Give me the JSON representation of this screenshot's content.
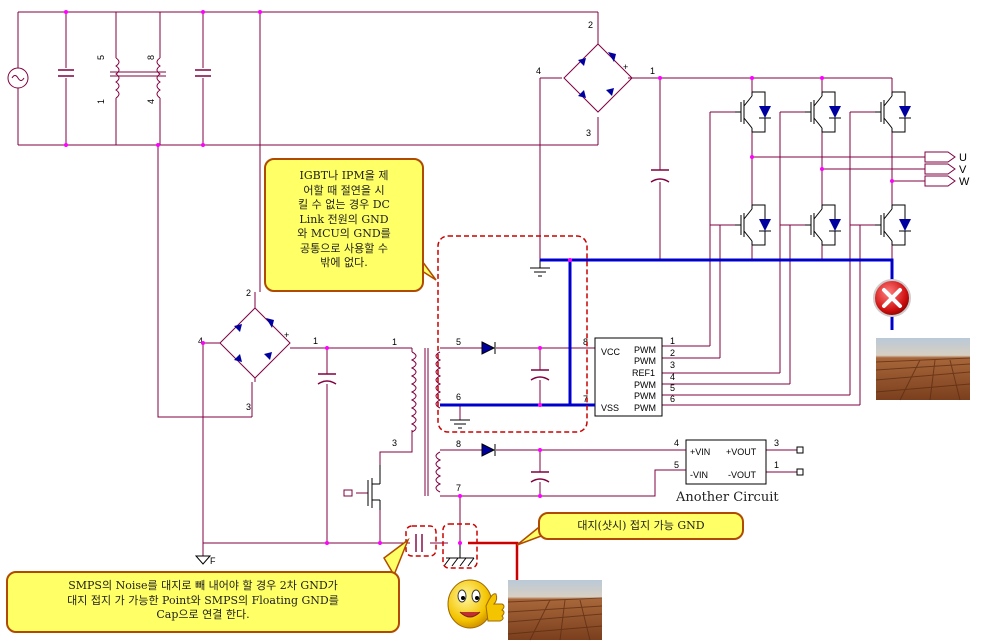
{
  "pins": {
    "t_left_top": "5",
    "t_left_bot": "1",
    "t_right_top": "8",
    "t_right_bot": "4",
    "br1_top": "2",
    "br1_left": "4",
    "br1_bot": "3",
    "br1_out": "1",
    "br2_top": "2",
    "br2_left": "4",
    "br2_bot": "3",
    "br2_out": "1",
    "xf_pri_top": "1",
    "xf_pri_tap": "3",
    "xf_s1_top": "5",
    "xf_s1_bot": "6",
    "xf_s2_top": "8",
    "xf_s2_bot": "7",
    "dc_in_p": "4",
    "dc_in_n": "5",
    "dc_out_p": "3",
    "dc_out_n": "1",
    "ic_in_vcc": "8",
    "ic_in_vss": "7",
    "ic_out": [
      "1",
      "2",
      "3",
      "4",
      "5",
      "6"
    ]
  },
  "ic": {
    "vcc": "VCC",
    "vss": "VSS",
    "right": [
      "PWM",
      "PWM",
      "REF1",
      "PWM",
      "PWM",
      "PWM"
    ]
  },
  "dcdc": {
    "vin_p": "+VIN",
    "vin_n": "-VIN",
    "vout_p": "+VOUT",
    "vout_n": "-VOUT"
  },
  "uvw": [
    "U",
    "V",
    "W"
  ],
  "another_circuit": "Another Circuit",
  "callout_top": [
    "IGBT나 IPM을 제",
    "어할 때 절연을 시",
    "킬 수 없는 경우 DC",
    "Link 전원의 GND",
    "와 MCU의  GND를",
    "공통으로 사용할 수",
    "밖에 없다."
  ],
  "callout_right": "대지(샷시) 접지 가능 GND",
  "callout_bottom": [
    "SMPS의 Noise를 대지로 빼 내어야 할 경우 2차 GND가",
    "대지 접지 가 가능한 Point와  SMPS의 Floating  GND를",
    "Cap으로 연결 한다."
  ],
  "gnd_label": "F",
  "colors": {
    "wire": "#800040",
    "highlight": "#0000cc",
    "ground": "#cc0000",
    "dash": "#cc0000",
    "callout_bg": "#ffff66"
  }
}
